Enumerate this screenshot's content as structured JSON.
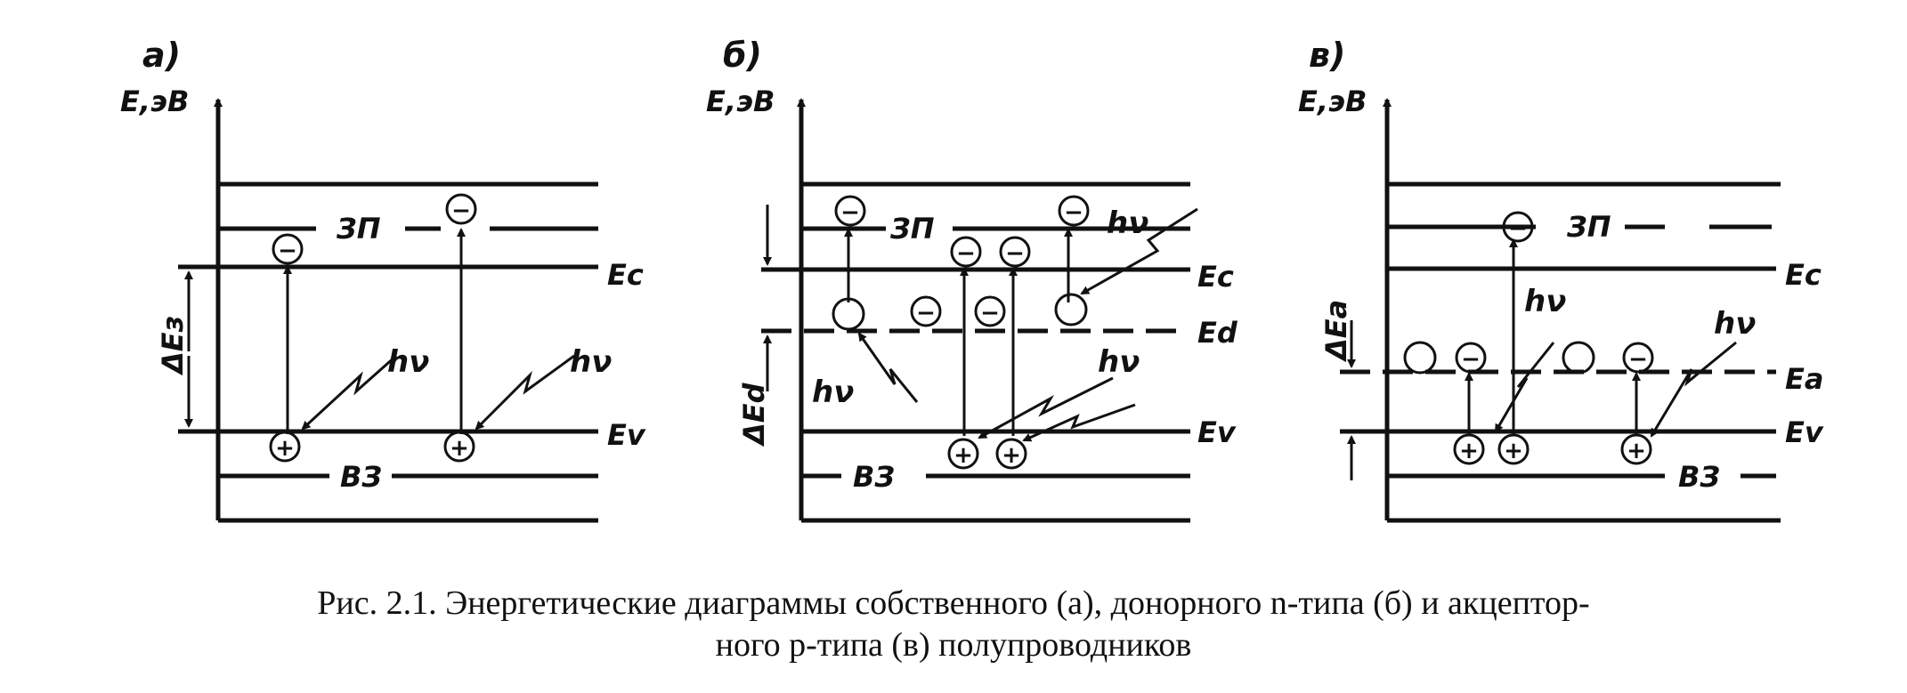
{
  "panels": [
    {
      "id": "a",
      "letter": "a)",
      "axis": "E,эВ",
      "band_conduction": "ЗП",
      "band_valence": "ВЗ",
      "level_c": "Ec",
      "level_v": "Ev",
      "gap": "ΔEз",
      "photon": "hν"
    },
    {
      "id": "b",
      "letter": "б)",
      "axis": "E,эВ",
      "band_conduction": "ЗП",
      "band_valence": "ВЗ",
      "level_c": "Ec",
      "level_d": "Ed",
      "level_v": "Ev",
      "gap": "ΔEd",
      "photon": "hν"
    },
    {
      "id": "c",
      "letter": "в)",
      "axis": "E,эВ",
      "band_conduction": "ЗП",
      "band_valence": "ВЗ",
      "level_c": "Ec",
      "level_a": "Ea",
      "level_v": "Ev",
      "gap": "ΔEa",
      "photon": "hν"
    }
  ],
  "symbols": {
    "electron": "−",
    "hole": "+"
  },
  "caption": {
    "line1": "Рис. 2.1. Энергетические диаграммы собственного (а), донорного n-типа (б) и акцептор-",
    "line2": "ного р-типа (в) полупроводников"
  }
}
